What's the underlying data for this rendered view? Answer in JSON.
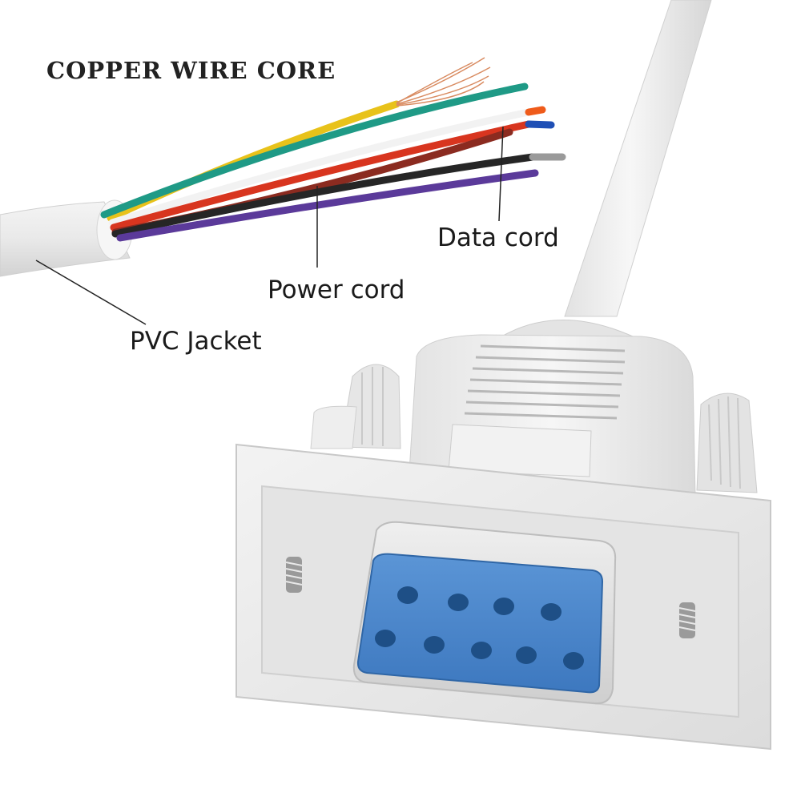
{
  "labels": {
    "copper_wire_core": "COPPER WIRE CORE",
    "data_cord": "Data cord",
    "power_cord": "Power cord",
    "pvc_jacket": "PVC Jacket"
  },
  "colors": {
    "wire_green": "#1f9a86",
    "wire_yellow": "#e8c21a",
    "wire_white": "#f2f2f2",
    "wire_red": "#d8351f",
    "wire_orange": "#ef5b1a",
    "wire_blue": "#1f4fb5",
    "wire_black": "#262626",
    "wire_brown": "#8b2b20",
    "wire_purple": "#5b3a9a",
    "wire_grey": "#9a9a9a",
    "copper": "#d98c62",
    "connector_face": "#4a86c9",
    "connector_pin": "#1e4f86"
  }
}
